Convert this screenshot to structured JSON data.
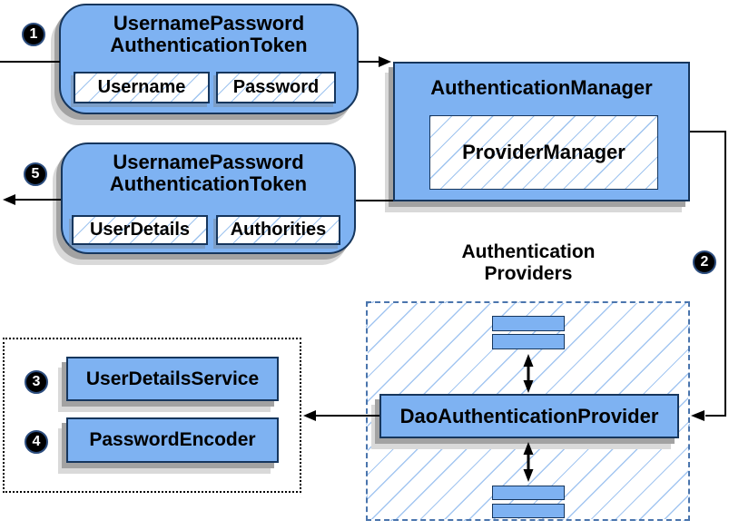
{
  "colors": {
    "box_fill": "#7eb2f2",
    "box_border": "#16365d",
    "hatch_line": "#a3c6f1",
    "dashed_border": "#4a75ad",
    "shadow_dark": "#a2a2a2",
    "shadow_light": "#d9d9d9",
    "arrow": "#000000",
    "badge_bg": "#000000",
    "badge_text": "#ffffff"
  },
  "steps": {
    "step1": "1",
    "step2": "2",
    "step3": "3",
    "step4": "4",
    "step5": "5"
  },
  "request_token": {
    "title_line1": "UsernamePassword",
    "title_line2": "AuthenticationToken",
    "field_username": "Username",
    "field_password": "Password"
  },
  "auth_manager": {
    "title": "AuthenticationManager",
    "provider_manager": "ProviderManager"
  },
  "response_token": {
    "title_line1": "UsernamePassword",
    "title_line2": "AuthenticationToken",
    "field_user_details": "UserDetails",
    "field_authorities": "Authorities"
  },
  "providers": {
    "heading_line1": "Authentication",
    "heading_line2": "Providers",
    "dao_provider": "DaoAuthenticationProvider"
  },
  "services": {
    "user_details_service": "UserDetailsService",
    "password_encoder": "PasswordEncoder"
  }
}
